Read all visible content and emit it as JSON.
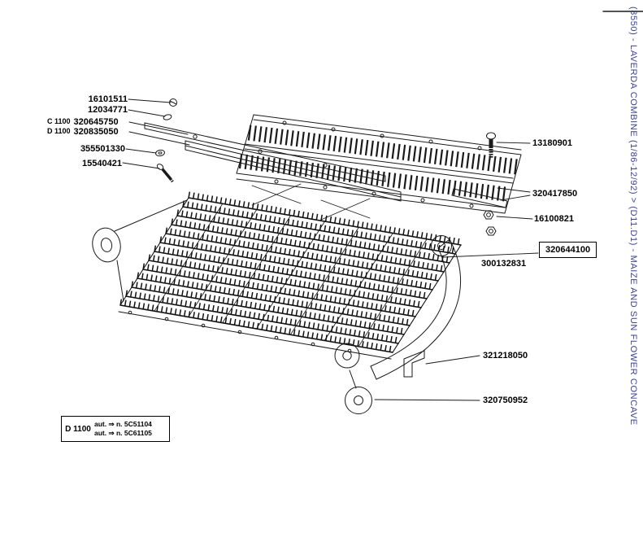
{
  "sidebar": {
    "text": "(3550) - LAVERDA COMBINE (1/86-12/92) > (D11.D1) - MAIZE AND SUN FLOWER CONCAVE",
    "color": "#3b3f9e"
  },
  "part_labels": {
    "bolt_16101511": "16101511",
    "washer_12034771": "12034771",
    "prefix_c1100": "C 1100",
    "rail_320645750": "320645750",
    "prefix_d1100": "D 1100",
    "rail_320835050": "320835050",
    "washer_355501330": "355501330",
    "bolt_15540421": "15540421",
    "bolt_13180901": "13180901",
    "comb_320417850": "320417850",
    "nut_16100821": "16100821",
    "arm_320644100": "320644100",
    "arm_300132831": "300132831",
    "clip_321218050": "321218050",
    "disc_320750952": "320750952"
  },
  "note_box": {
    "model": "D 1100",
    "line1": "aut. ⇒ n. 5C51104",
    "line2": "aut. ⇒ n. 5C61105"
  }
}
